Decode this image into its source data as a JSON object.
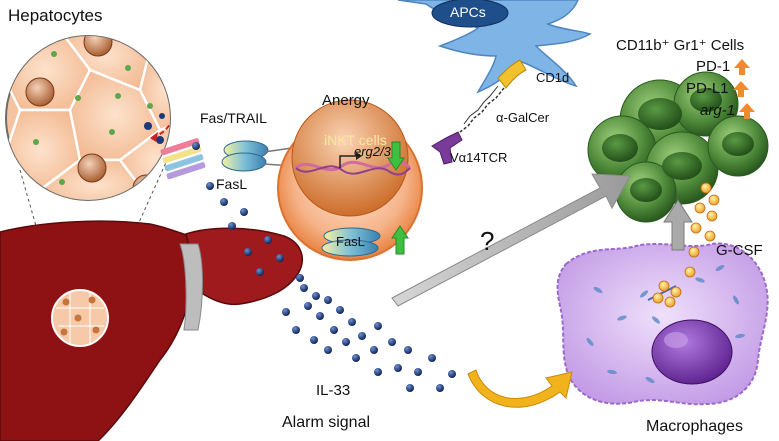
{
  "labels": {
    "hepatocytes": "Hepatocytes",
    "apcs": "APCs",
    "anergy": "Anergy",
    "fas_trail": "Fas/TRAIL",
    "fasl_outer": "FasL",
    "inkt_cells": "iNKT cells",
    "erg": "erg2/3",
    "fasl_inner": "FasL",
    "cd1d": "CD1d",
    "alpha_galcer": "α-GalCer",
    "va14tcr": "Vα14TCR",
    "cd11b": "CD11b⁺ Gr1⁺ Cells",
    "pd1": "PD-1",
    "pdl1": "PD-L1",
    "arg1": "arg-1",
    "question": "?",
    "gcsf": "G-CSF",
    "il33": "IL-33",
    "alarm": "Alarm signal",
    "macrophages": "Macrophages"
  },
  "colors": {
    "liver": "#8e1214",
    "hepatocyte": "#f7c9a6",
    "inkt_outer": "#f2a066",
    "apc": "#7fb4e6",
    "gr1_cell": "#4f8a3a",
    "macrophage": "#c9a4e8",
    "il33_dot": "#1c3a78",
    "increase_arrow": "#f08a2c",
    "green_arrow": "#3fbf3f"
  }
}
